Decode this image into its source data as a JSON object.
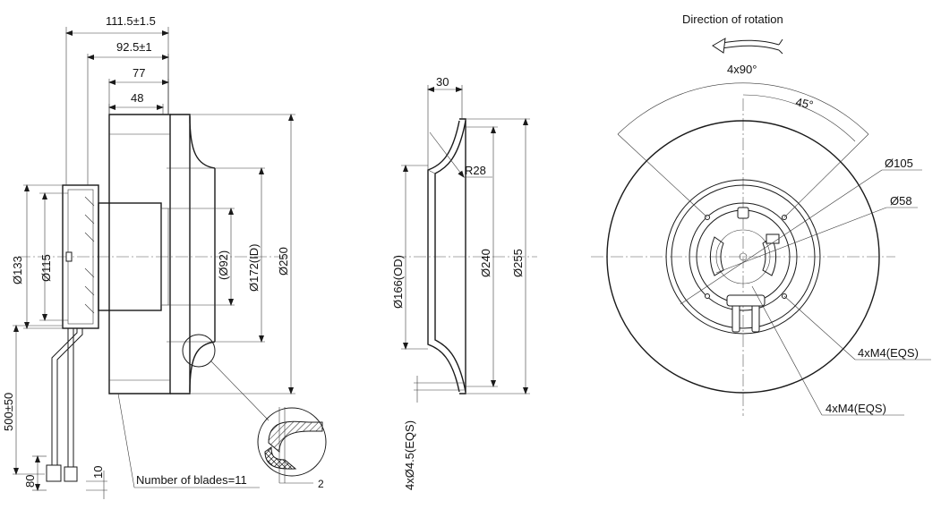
{
  "title": "Direction of rotation",
  "left_view": {
    "dim_total_length": "111.5±1.5",
    "dim_length_2": "92.5±1",
    "dim_length_3": "77",
    "dim_length_4": "48",
    "dia_133": "Ø133",
    "dia_115": "Ø115",
    "dia_92": "(Ø92)",
    "dia_172_id": "Ø172(ID)",
    "dia_250": "Ø250",
    "cable_length": "500±50",
    "dim_80": "80",
    "dim_10": "10",
    "blades_label": "Number of blades=11",
    "detail_dim": "2"
  },
  "middle_view": {
    "dim_30": "30",
    "radius_r28": "R28",
    "dia_166_od": "Ø166(OD)",
    "dia_240": "Ø240",
    "dia_255": "Ø255",
    "holes": "4xØ4.5(EQS)"
  },
  "right_view": {
    "angle_4x90": "4x90°",
    "angle_45": "45°",
    "dia_105": "Ø105",
    "dia_58": "Ø58",
    "thread_1": "4xM4(EQS)",
    "thread_2": "4xM4(EQS)"
  }
}
